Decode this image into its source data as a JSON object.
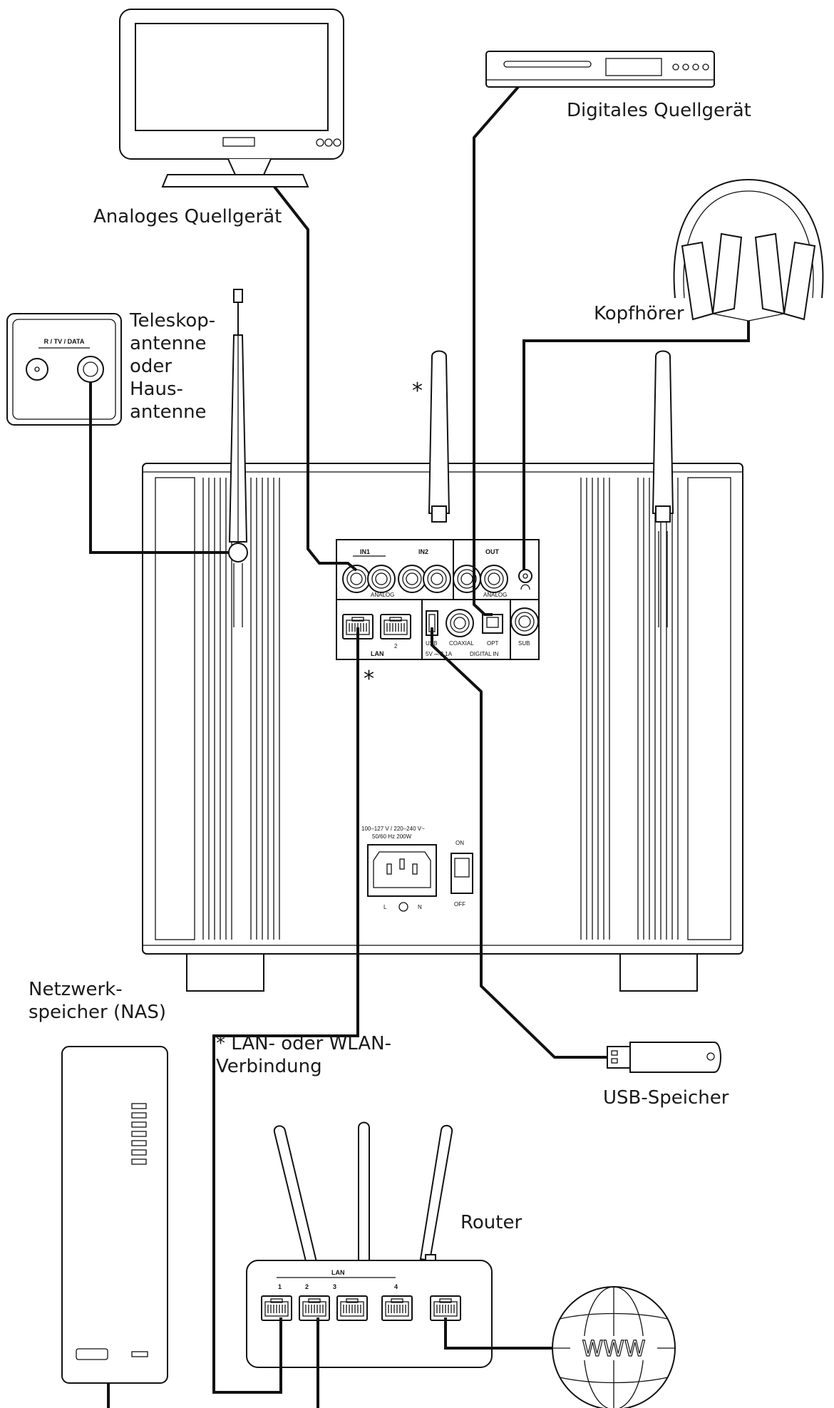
{
  "labels": {
    "analog_source": "Analoges Quellgerät",
    "digital_source": "Digitales Quellgerät",
    "headphones": "Kopfhörer",
    "antenna_line1": "Teleskop-",
    "antenna_line2": "antenne",
    "antenna_line3": "oder",
    "antenna_line4": "Haus-",
    "antenna_line5": "antenne",
    "nas_line1": "Netzwerk-",
    "nas_line2": "speicher (NAS)",
    "lan_note_line1": "* LAN- oder WLAN-",
    "lan_note_line2": "Verbindung",
    "usb_storage": "USB-Speicher",
    "router": "Router",
    "www": "WWW",
    "asterisk": "*"
  },
  "wall_socket": {
    "label": "R / TV / DATA"
  },
  "back_panel": {
    "in1": "IN1",
    "in2": "IN2",
    "out": "OUT",
    "analog": "ANALOG",
    "analog_out": "ANALOG",
    "lan": "LAN",
    "lan_port2": "2",
    "usb": "USB",
    "coaxial": "COAXIAL",
    "opt": "OPT",
    "sub": "SUB",
    "usb_power": "5V ⎓ 2,1A",
    "digital_in": "DIGITAL IN",
    "power_rating_line1": "100–127 V / 220–240 V~",
    "power_rating_line2": "50/60 Hz   200W",
    "mains_l": "L",
    "mains_n": "N",
    "switch_on": "ON",
    "switch_off": "OFF"
  },
  "router_panel": {
    "lan": "LAN",
    "ports": [
      "1",
      "2",
      "3",
      "4"
    ]
  }
}
